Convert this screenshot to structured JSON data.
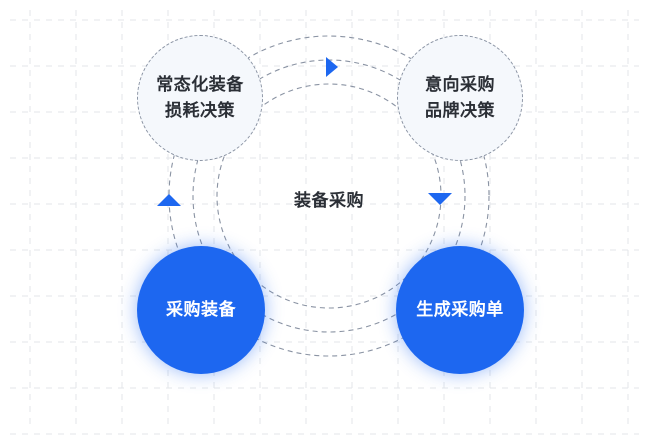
{
  "diagram": {
    "center_label": "装备采购",
    "nodes": {
      "top_left": {
        "line1": "常态化装备",
        "line2": "损耗决策"
      },
      "top_right": {
        "line1": "意向采购",
        "line2": "品牌决策"
      },
      "bottom_left": {
        "label": "采购装备"
      },
      "bottom_right": {
        "label": "生成采购单"
      }
    },
    "colors": {
      "primary": "#1d67f0",
      "ring_stroke": "#8a93a3",
      "light_fill": "#f5f8fc",
      "text_dark": "#2b2f36",
      "grid": "#e6e8ec"
    },
    "icons": {
      "arrow_top": "triangle-right",
      "arrow_right": "triangle-down",
      "arrow_left": "triangle-up"
    }
  }
}
